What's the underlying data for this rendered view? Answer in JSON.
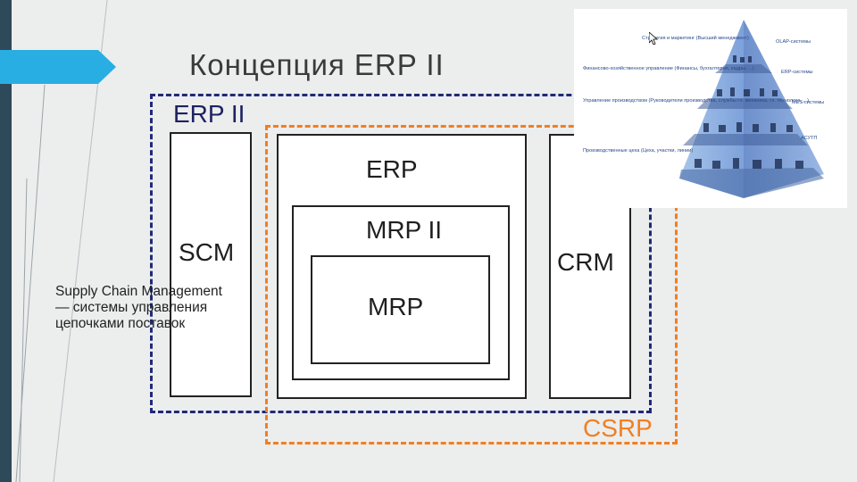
{
  "title": "Концепция ERP II",
  "diagram": {
    "erp2_label": "ERP II",
    "scm_label": "SCM",
    "scm_description": "Supply Chain Management — системы управления цепочками поставок",
    "erp_label": "ERP",
    "mrp2_label": "MRP II",
    "mrp_label": "MRP",
    "crm_label": "CRM",
    "csrp_label": "CSRP"
  },
  "pyramid": {
    "left_labels": [
      "Стратегия и маркетинг (Высший менеджмент)",
      "Финансово-хозяйственное управление (Финансы, бухгалтерия, кадры, ...)",
      "Управление производством (Руководители производства, службы гл. механика, гл. технолога, ...)",
      "Производственные цеха (Цеха, участки, линии)"
    ],
    "right_labels": [
      "OLAP-системы",
      "ERP-системы",
      "MES-системы",
      "АСУТП"
    ]
  },
  "colors": {
    "erp2_border": "#1f2a78",
    "csrp_border": "#f07f22",
    "left_band": "#2e4a5a",
    "arrow_tab": "#29aee3"
  }
}
